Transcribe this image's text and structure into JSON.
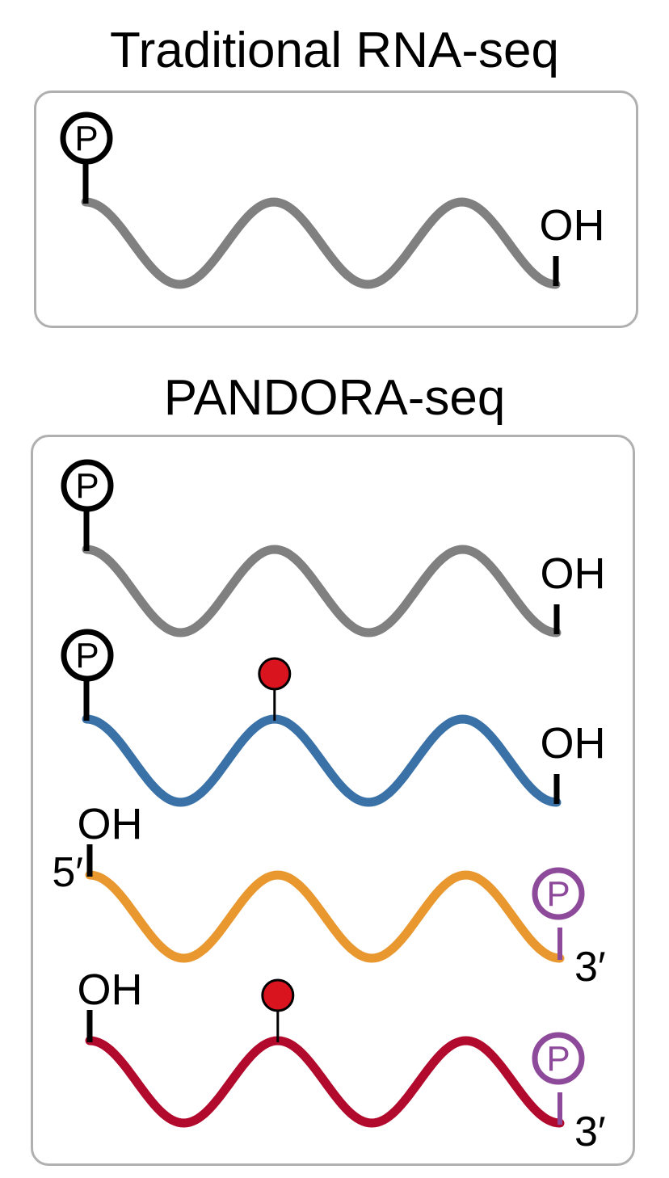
{
  "panels": [
    {
      "title": "Traditional RNA-seq",
      "strands": [
        {
          "color": "#808080",
          "five_prime_group": "P",
          "three_prime_group": "OH",
          "modification": false,
          "end_labels": [
            "",
            ""
          ]
        }
      ]
    },
    {
      "title": "PANDORA-seq",
      "strands": [
        {
          "color": "#808080",
          "five_prime_group": "P",
          "three_prime_group": "OH",
          "modification": false,
          "end_labels": [
            "",
            ""
          ]
        },
        {
          "color": "#3a72a8",
          "five_prime_group": "P",
          "three_prime_group": "OH",
          "modification": true,
          "end_labels": [
            "",
            ""
          ]
        },
        {
          "color": "#e8982f",
          "five_prime_group": "OH",
          "three_prime_group": "P",
          "modification": false,
          "end_labels": [
            "5′",
            "3′"
          ]
        },
        {
          "color": "#b20a2c",
          "five_prime_group": "OH",
          "three_prime_group": "P",
          "modification": true,
          "end_labels": [
            "",
            "3′"
          ]
        }
      ]
    }
  ],
  "colors": {
    "phosphate_5prime": "#000000",
    "phosphate_3prime": "#8e4a9a",
    "modification_dot": "#d9141e",
    "panel_border": "#b0b0b0"
  }
}
